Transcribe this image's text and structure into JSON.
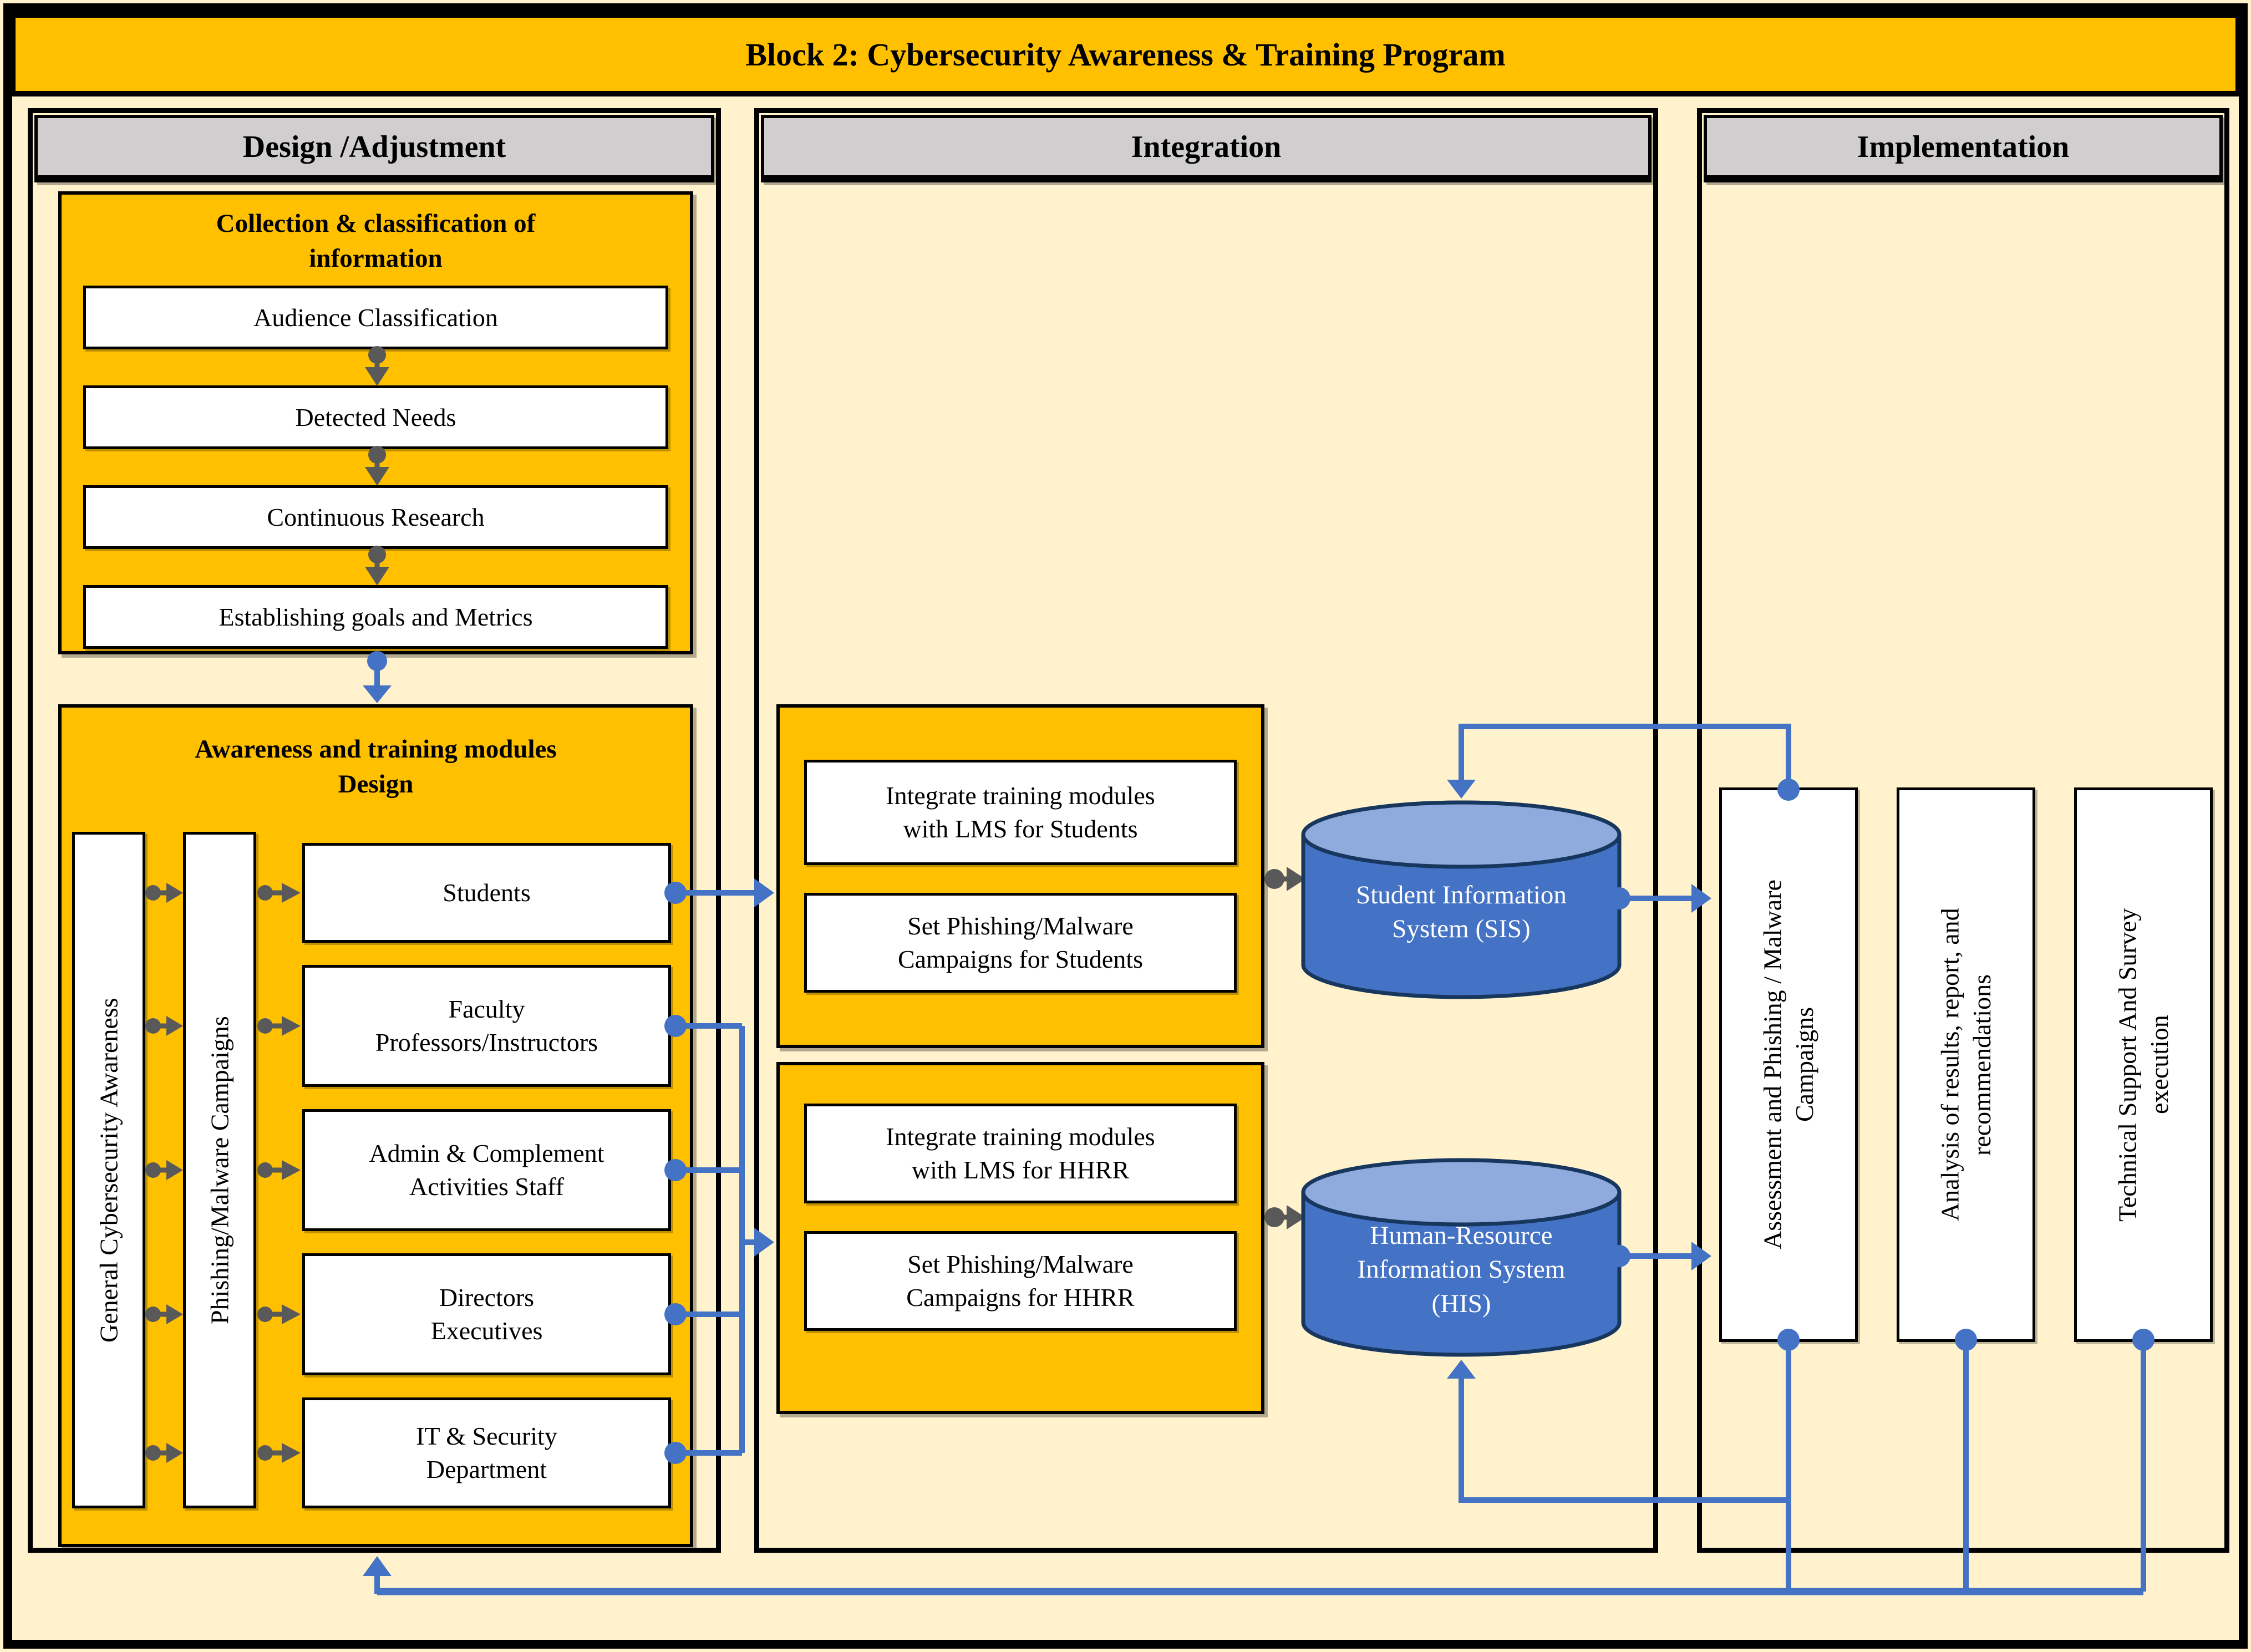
{
  "title": "Block 2: Cybersecurity Awareness & Training Program",
  "colors": {
    "gold": "#FFC000",
    "cream": "#FFF2CC",
    "header_gray": "#D0CECE",
    "blue": "#4472C4",
    "blue_light": "#8FAADC",
    "navy": "#17375E",
    "arrow_gray": "#595959"
  },
  "design": {
    "header": "Design /Adjustment",
    "collection": {
      "title": "Collection & classification of\ninformation",
      "steps": [
        "Audience Classification",
        "Detected Needs",
        "Continuous Research",
        "Establishing goals and Metrics"
      ]
    },
    "awareness": {
      "title": "Awareness and training modules\nDesign",
      "tracks": [
        "General Cybersecurity Awareness",
        "Phishing/Malware Campaigns"
      ],
      "audiences": [
        "Students",
        "Faculty\nProfessors/Instructors",
        "Admin & Complement\nActivities Staff",
        "Directors\nExecutives",
        "IT & Security\nDepartment"
      ]
    }
  },
  "integration": {
    "header": "Integration",
    "students_block": [
      "Integrate training modules\nwith LMS  for Students",
      "Set Phishing/Malware\nCampaigns for Students"
    ],
    "hhrr_block": [
      "Integrate training modules\nwith LMS  for HHRR",
      "Set Phishing/Malware\nCampaigns for HHRR"
    ],
    "sis": "Student Information\nSystem (SIS)",
    "his": "Human-Resource\nInformation System\n(HIS)"
  },
  "implementation": {
    "header": "Implementation",
    "boxes": [
      "Assessment and Phishing / Malware\nCampaigns",
      "Analysis of results, report, and\nrecommendations",
      "Technical Support And Survey\nexecution"
    ]
  }
}
